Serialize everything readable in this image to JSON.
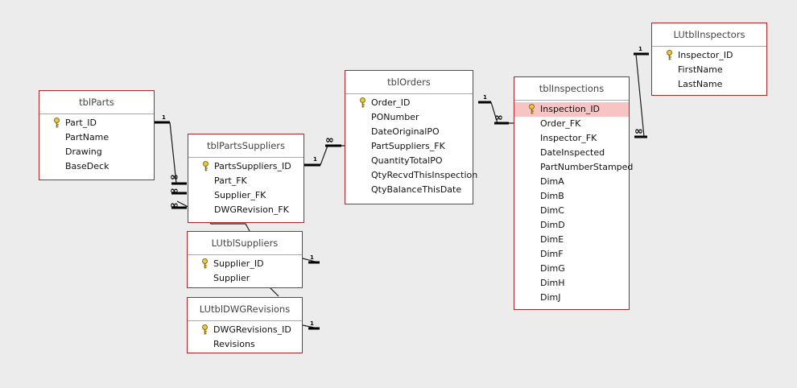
{
  "cardinality": {
    "one": "1",
    "many": "∞"
  },
  "tables": {
    "tblParts": {
      "title": "tblParts",
      "fields": [
        "Part_ID",
        "PartName",
        "Drawing",
        "BaseDeck"
      ]
    },
    "tblPartsSuppliers": {
      "title": "tblPartsSuppliers",
      "fields": [
        "PartsSuppliers_ID",
        "Part_FK",
        "Supplier_FK",
        "DWGRevision_FK"
      ]
    },
    "tblOrders": {
      "title": "tblOrders",
      "fields": [
        "Order_ID",
        "PONumber",
        "DateOriginalPO",
        "PartSuppliers_FK",
        "QuantityTotalPO",
        "QtyRecvdThisInspection",
        "QtyBalanceThisDate"
      ]
    },
    "tblInspections": {
      "title": "tblInspections",
      "fields": [
        "Inspection_ID",
        "Order_FK",
        "Inspector_FK",
        "DateInspected",
        "PartNumberStamped",
        "DimA",
        "DimB",
        "DimC",
        "DimD",
        "DimE",
        "DimF",
        "DimG",
        "DimH",
        "DimJ"
      ]
    },
    "LUtblInspectors": {
      "title": "LUtblInspectors",
      "fields": [
        "Inspector_ID",
        "FirstName",
        "LastName"
      ]
    },
    "LUtblSuppliers": {
      "title": "LUtblSuppliers",
      "fields": [
        "Supplier_ID",
        "Supplier"
      ]
    },
    "LUtblDWGRevisions": {
      "title": "LUtblDWGRevisions",
      "fields": [
        "DWGRevisions_ID",
        "Revisions"
      ]
    }
  }
}
